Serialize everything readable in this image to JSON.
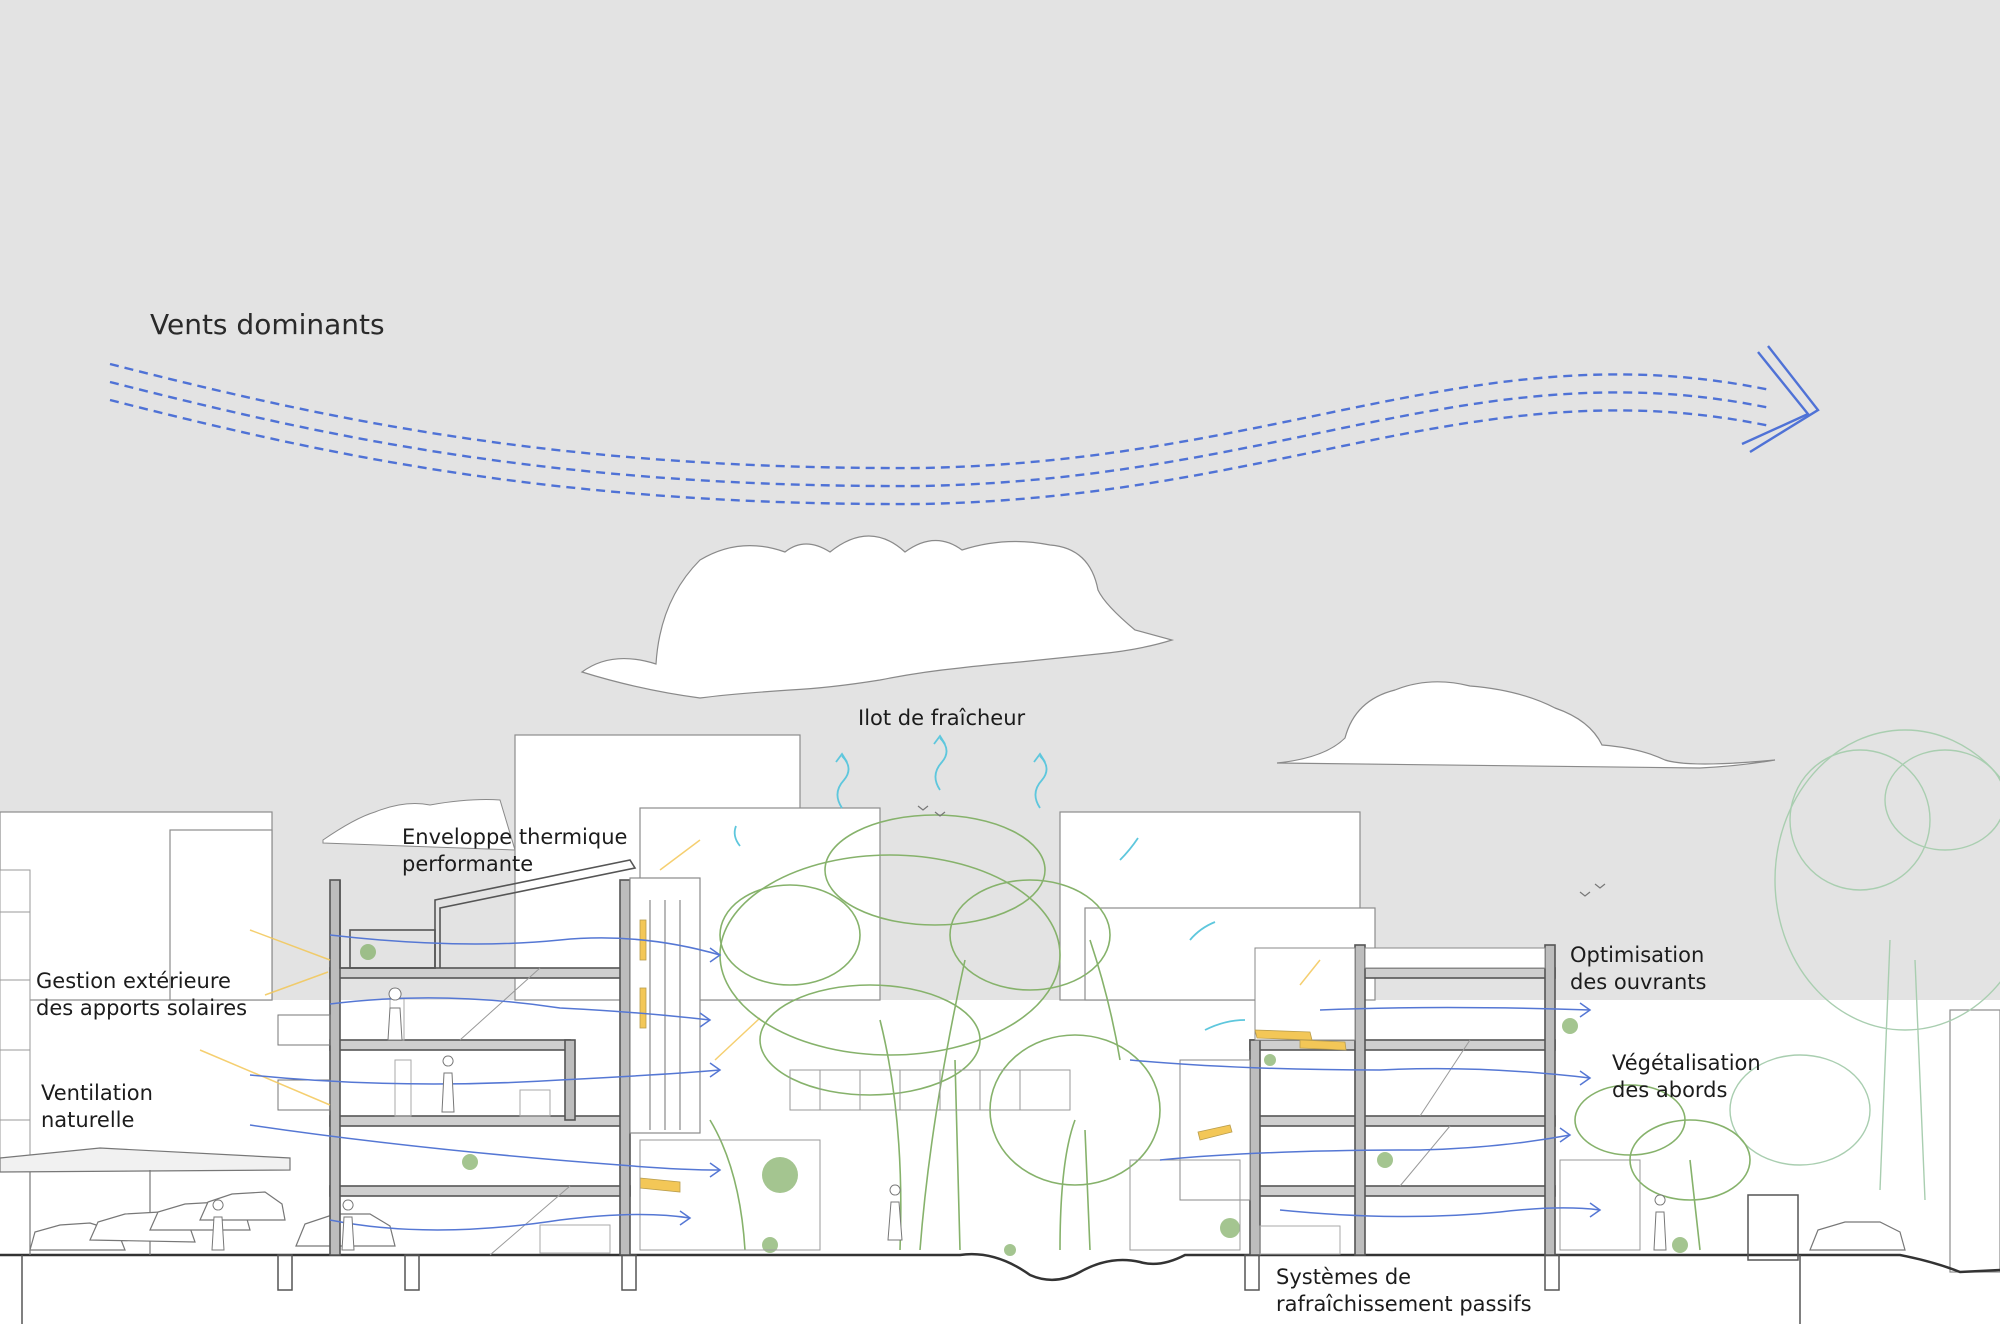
{
  "labels": {
    "wind": "Vents dominants",
    "cool_island": "Ilot de fraîcheur",
    "envelope": [
      "Enveloppe thermique",
      "performante"
    ],
    "solar": [
      "Gestion extérieure",
      "des apports solaires"
    ],
    "ventilation": [
      "Ventilation",
      "naturelle"
    ],
    "openings": [
      "Optimisation",
      "des ouvrants"
    ],
    "greening": [
      "Végétalisation",
      "des abords"
    ],
    "cooling": [
      "Systèmes de",
      "rafraîchissement passifs"
    ]
  },
  "colors": {
    "sky": "#e3e3e3",
    "wind": "#4f72d6",
    "air_flow": "#5577d4",
    "warm_air": "#5ec7dd",
    "sun": "#f3c757",
    "vegetation": "#86b26b",
    "line": "#6e6e6e"
  }
}
